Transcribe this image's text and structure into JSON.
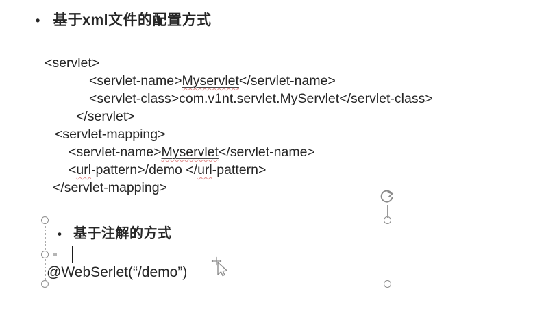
{
  "section_xml": {
    "bullet": "•",
    "title": "基于xml文件的配置方式"
  },
  "code_block": {
    "lines": [
      {
        "indent": 65,
        "segments": [
          {
            "text": "<servlet>"
          }
        ]
      },
      {
        "indent": 130,
        "segments": [
          {
            "text": "<servlet-name>"
          },
          {
            "text": "Myservlet",
            "marks": [
              "underline",
              "spell"
            ]
          },
          {
            "text": "</servlet-name>"
          }
        ]
      },
      {
        "indent": 130,
        "segments": [
          {
            "text": "<servlet-class>com.v1nt.servlet.MyServlet</servlet-class>"
          }
        ]
      },
      {
        "indent": 111,
        "segments": [
          {
            "text": "</servlet>"
          }
        ]
      },
      {
        "indent": 80,
        "segments": [
          {
            "text": "<servlet-mapping>"
          }
        ]
      },
      {
        "indent": 100,
        "segments": [
          {
            "text": "<servlet-name>"
          },
          {
            "text": "Myservlet",
            "marks": [
              "underline",
              "spell"
            ]
          },
          {
            "text": "</servlet-name>"
          }
        ]
      },
      {
        "indent": 100,
        "segments": [
          {
            "text": "<"
          },
          {
            "text": "url",
            "marks": [
              "spell"
            ]
          },
          {
            "text": "-pattern>/demo </"
          },
          {
            "text": "url",
            "marks": [
              "spell"
            ]
          },
          {
            "text": "-pattern>"
          }
        ]
      },
      {
        "indent": 77,
        "segments": [
          {
            "text": "</servlet-mapping>"
          }
        ]
      }
    ]
  },
  "textbox": {
    "bullet": "•",
    "title": "基于注解的方式",
    "code": "@WebSerlet(“/demo”)"
  },
  "colors": {
    "text": "#262626",
    "selection_border": "#acacac",
    "handle_border": "#8f8f8f",
    "spell_underline": "#e08c8c"
  }
}
